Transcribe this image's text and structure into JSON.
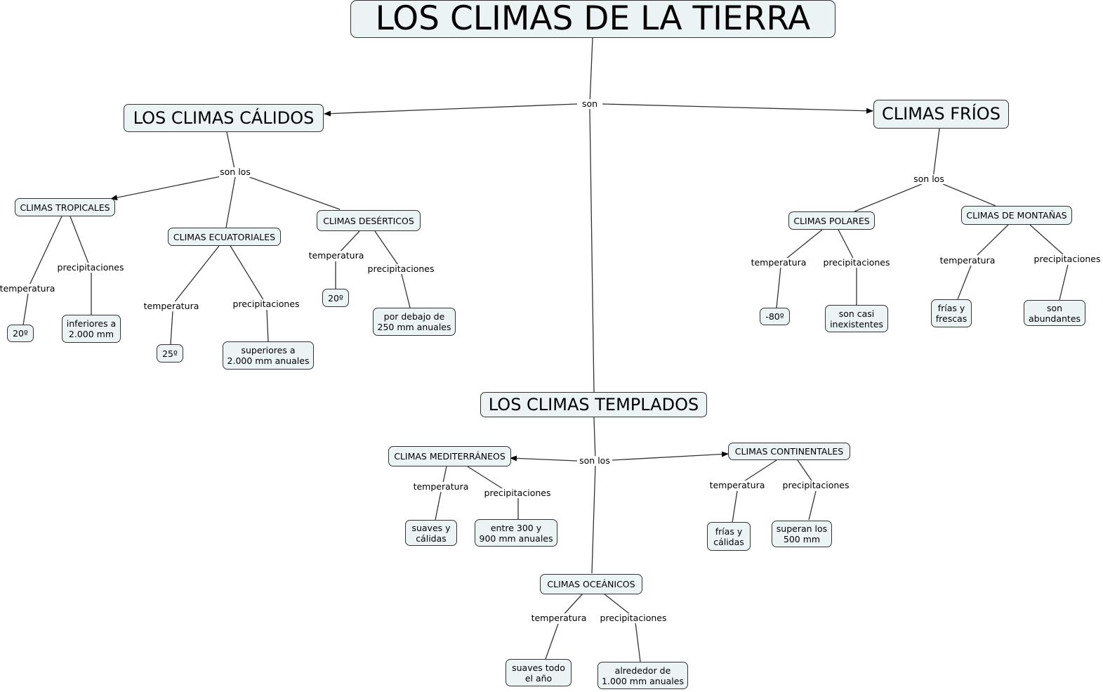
{
  "title": "LOS CLIMAS DE LA TIERRA",
  "links": {
    "son": "son",
    "son_los": "son los",
    "temperatura": "temperatura",
    "precipitaciones": "precipitaciones"
  },
  "groups": {
    "calidos": {
      "label": "LOS CLIMAS CÁLIDOS",
      "subtypes": [
        {
          "label": "CLIMAS TROPICALES",
          "temperatura": "20º",
          "precipitaciones": "inferiores a\n2.000 mm"
        },
        {
          "label": "CLIMAS ECUATORIALES",
          "temperatura": "25º",
          "precipitaciones": "superiores a\n2.000 mm anuales"
        },
        {
          "label": "CLIMAS DESÉRTICOS",
          "temperatura": "20º",
          "precipitaciones": "por debajo de\n250 mm anuales"
        }
      ]
    },
    "frios": {
      "label": "CLIMAS FRÍOS",
      "subtypes": [
        {
          "label": "CLIMAS POLARES",
          "temperatura": "-80º",
          "precipitaciones": "son casi\ninexistentes"
        },
        {
          "label": "CLIMAS DE MONTAÑAS",
          "temperatura": "frías y\nfrescas",
          "precipitaciones": "son\nabundantes"
        }
      ]
    },
    "templados": {
      "label": "LOS CLIMAS TEMPLADOS",
      "subtypes": [
        {
          "label": "CLIMAS MEDITERRÁNEOS",
          "temperatura": "suaves y\ncálidas",
          "precipitaciones": "entre 300 y\n900 mm anuales"
        },
        {
          "label": "CLIMAS CONTINENTALES",
          "temperatura": "frías y\ncálidas",
          "precipitaciones": "superan los\n500 mm"
        },
        {
          "label": "CLIMAS OCEÁNICOS",
          "temperatura": "suaves todo\nel año",
          "precipitaciones": "alrededor de\n1.000 mm anuales"
        }
      ]
    }
  }
}
